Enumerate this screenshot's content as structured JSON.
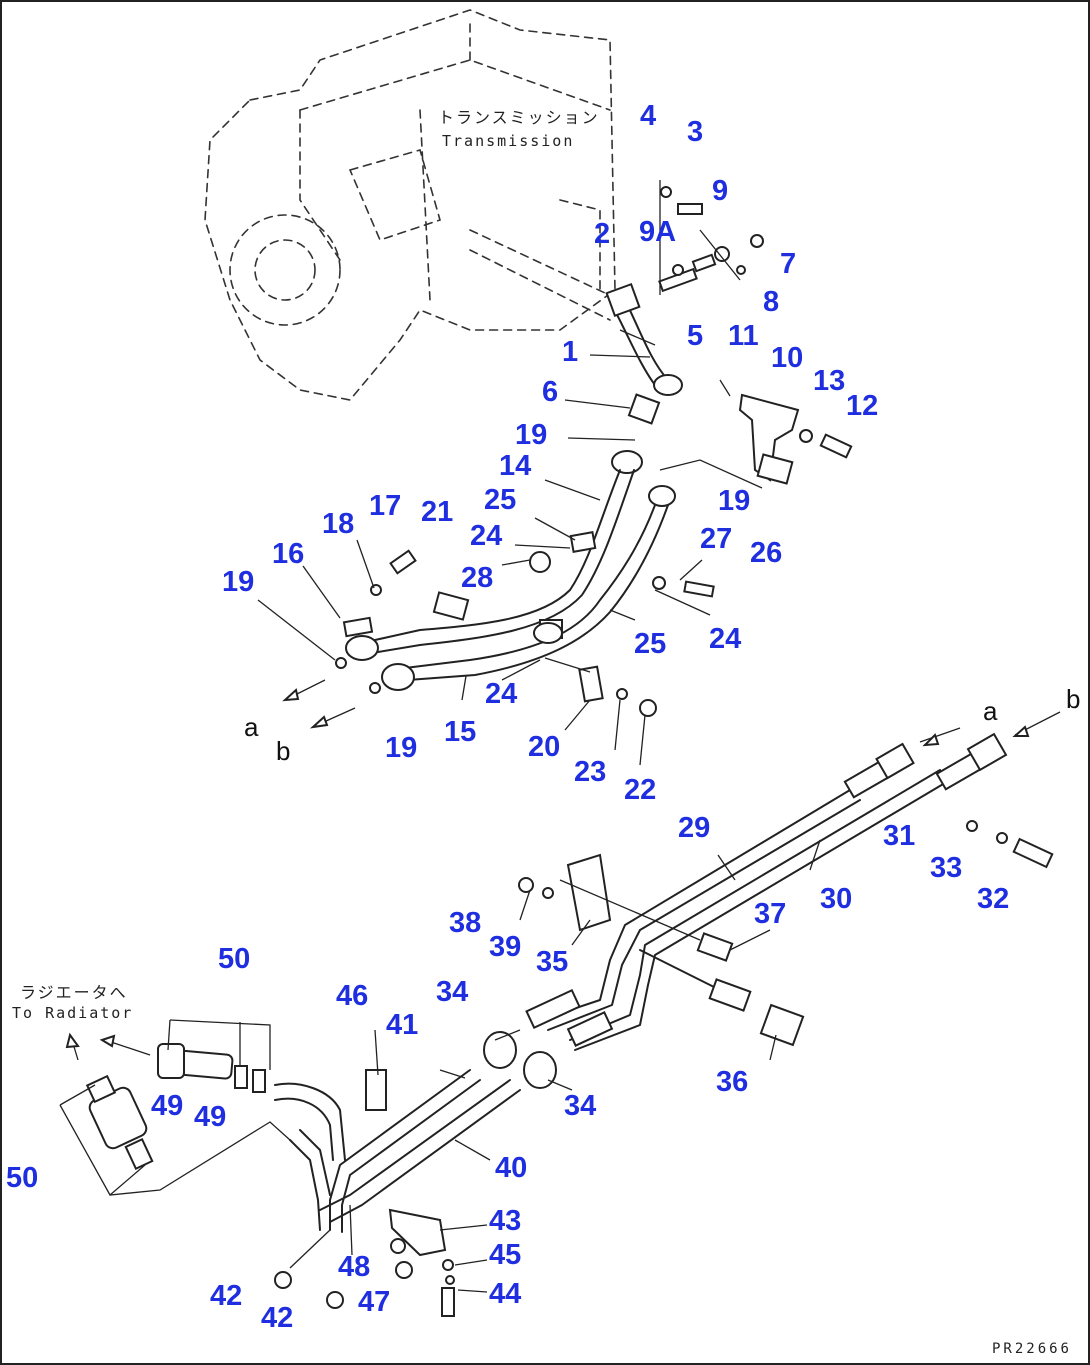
{
  "labels": {
    "transmission_jp": "トランスミッション",
    "transmission_en": "Transmission",
    "radiator_jp": "ラジエータへ",
    "radiator_en": "To Radiator",
    "drawing_code": "PR22666"
  },
  "letters": {
    "a1": "a",
    "b1": "b",
    "a2": "a",
    "b2": "b"
  },
  "callouts": {
    "p1": "1",
    "p2": "2",
    "p3": "3",
    "p4": "4",
    "p5": "5",
    "p6": "6",
    "p7": "7",
    "p8": "8",
    "p9": "9",
    "p9a": "9A",
    "p10": "10",
    "p11": "11",
    "p12": "12",
    "p13": "13",
    "p14": "14",
    "p15": "15",
    "p16": "16",
    "p17": "17",
    "p18": "18",
    "p19a": "19",
    "p19b": "19",
    "p19c": "19",
    "p19d": "19",
    "p20": "20",
    "p21": "21",
    "p22": "22",
    "p23": "23",
    "p24a": "24",
    "p24b": "24",
    "p24c": "24",
    "p25a": "25",
    "p25b": "25",
    "p26": "26",
    "p27": "27",
    "p28": "28",
    "p29": "29",
    "p30": "30",
    "p31": "31",
    "p32": "32",
    "p33": "33",
    "p34a": "34",
    "p34b": "34",
    "p35": "35",
    "p36": "36",
    "p37": "37",
    "p38": "38",
    "p39": "39",
    "p40": "40",
    "p41": "41",
    "p42a": "42",
    "p42b": "42",
    "p43": "43",
    "p44": "44",
    "p45": "45",
    "p46": "46",
    "p47": "47",
    "p48": "48",
    "p49a": "49",
    "p49b": "49",
    "p50a": "50",
    "p50b": "50"
  },
  "colors": {
    "callout": "#1f2fe0",
    "line": "#222222"
  }
}
